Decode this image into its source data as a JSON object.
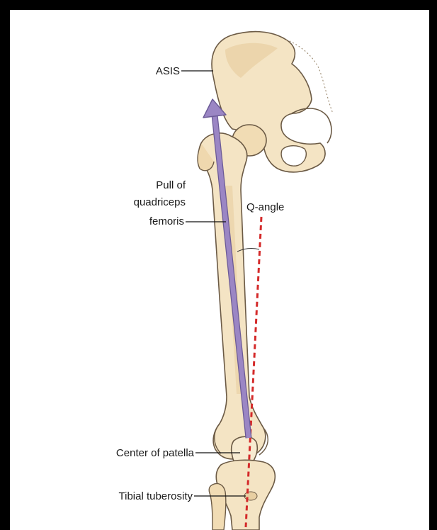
{
  "labels": {
    "asis": "ASIS",
    "pull_line1": "Pull of",
    "pull_line2": "quadriceps",
    "pull_line3": "femoris",
    "q_angle": "Q-angle",
    "patella": "Center of patella",
    "tibial": "Tibial tuberosity"
  },
  "colors": {
    "border": "#000000",
    "bone_fill": "#f4e4c4",
    "bone_shade": "#e8cfa2",
    "bone_outline": "#6b5a45",
    "force_arrow": "#9b86c4",
    "force_arrow_edge": "#6b5a96",
    "q_line": "#d42a2a",
    "leader": "#111111"
  }
}
